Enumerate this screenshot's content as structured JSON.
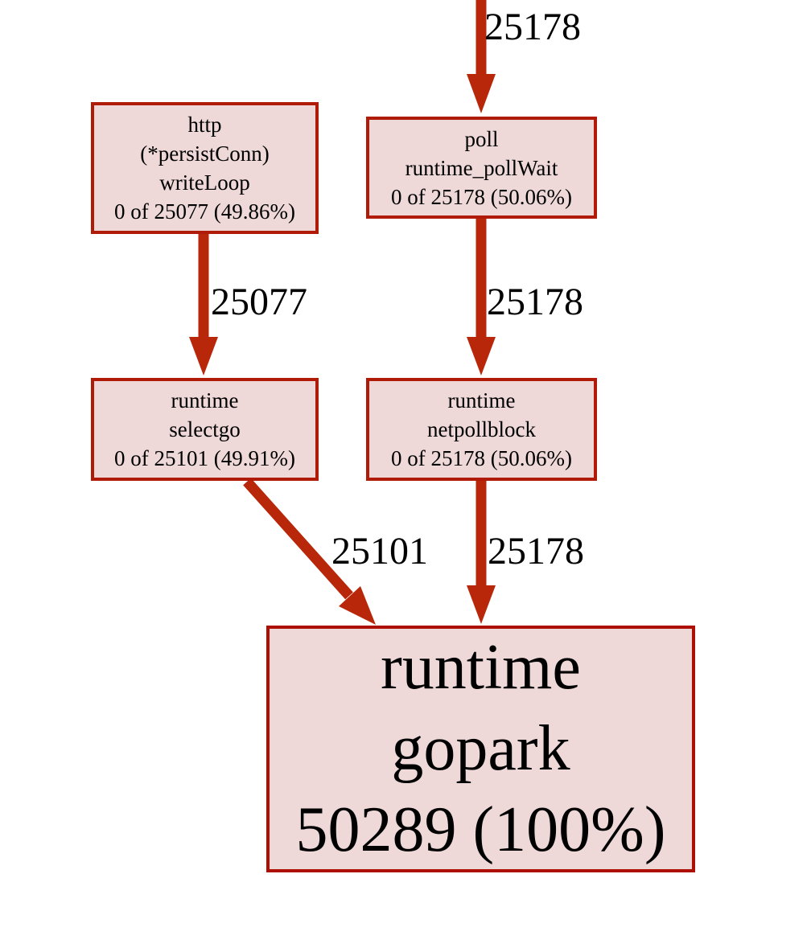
{
  "diagram": {
    "type": "pprof-call-graph",
    "colors": {
      "node_fill": "#eed8d8",
      "node_border": "#b01b08",
      "root_border": "#ad0f05",
      "edge": "#b8270a",
      "text": "#000000",
      "background": "#ffffff"
    },
    "nodes": [
      {
        "id": "http-writeloop",
        "lines": [
          "http",
          "(*persistConn)",
          "writeLoop",
          "0 of 25077 (49.86%)"
        ]
      },
      {
        "id": "poll-pollwait",
        "lines": [
          "poll",
          "runtime_pollWait",
          "0 of 25178 (50.06%)"
        ]
      },
      {
        "id": "runtime-selectgo",
        "lines": [
          "runtime",
          "selectgo",
          "0 of 25101 (49.91%)"
        ]
      },
      {
        "id": "runtime-netpollblock",
        "lines": [
          "runtime",
          "netpollblock",
          "0 of 25178 (50.06%)"
        ]
      },
      {
        "id": "runtime-gopark",
        "lines": [
          "runtime",
          "gopark",
          "50289 (100%)"
        ]
      }
    ],
    "edges": [
      {
        "from": "offscreen-above",
        "to": "poll-pollwait",
        "label": "25178"
      },
      {
        "from": "http-writeloop",
        "to": "runtime-selectgo",
        "label": "25077"
      },
      {
        "from": "poll-pollwait",
        "to": "runtime-netpollblock",
        "label": "25178"
      },
      {
        "from": "runtime-selectgo",
        "to": "runtime-gopark",
        "label": "25101"
      },
      {
        "from": "runtime-netpollblock",
        "to": "runtime-gopark",
        "label": "25178"
      }
    ]
  }
}
